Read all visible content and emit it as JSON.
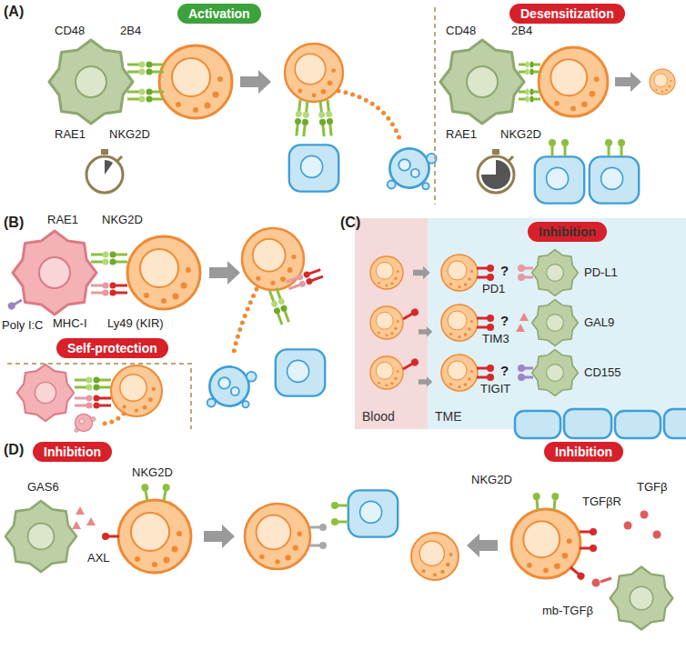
{
  "diagram": {
    "nodes": [
      {
        "text": [
          "Activation"
        ]
      },
      {
        "text": [
          "Desensitization"
        ]
      },
      {
        "text": [
          "Self-protection"
        ]
      },
      {
        "text": [
          "Blood"
        ]
      },
      {
        "text": [
          "TME"
        ]
      },
      {
        "text": [
          "Inhibition"
        ],
        "in": 4
      },
      {
        "text": [
          "Inhibition"
        ]
      },
      {
        "text": [
          "Inhibition"
        ]
      }
    ],
    "labels": [
      "(A)",
      "CD48",
      "2B4",
      "RAE1",
      "NKG2D",
      "CD48",
      "2B4",
      "RAE1",
      "NKG2D",
      "(B)",
      "RAE1",
      "NKG2D",
      "Poly I:C",
      "MHC-I",
      "Ly49 (KIR)",
      "(C)",
      "PD1",
      "?",
      "PD-L1",
      "TIM3",
      "?",
      "GAL9",
      "TIGIT",
      "?",
      "CD155",
      "(D)",
      "GAS6",
      "AXL",
      "NKG2D",
      "NKG2D",
      "TGFβR",
      "TGFβ",
      "mb-TGFβ"
    ]
  }
}
